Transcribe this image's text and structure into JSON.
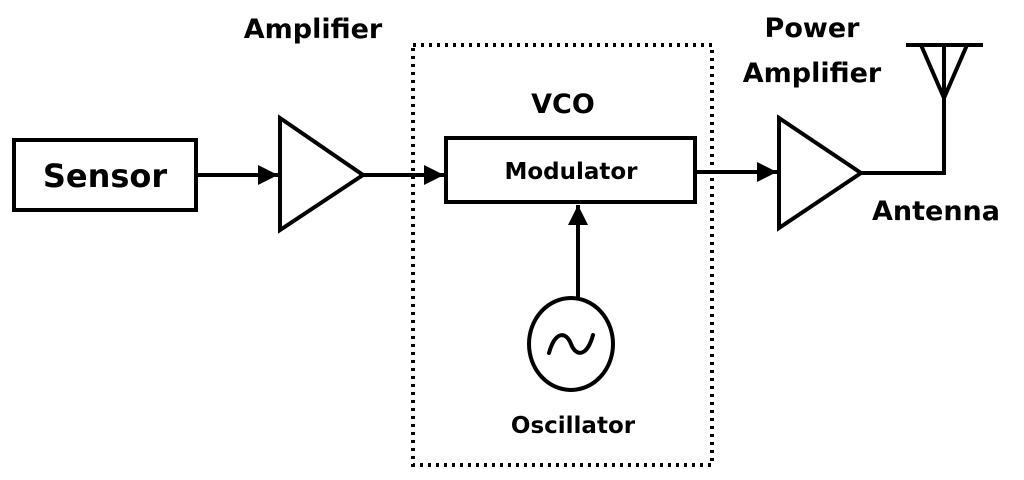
{
  "labels": {
    "sensor": "Sensor",
    "amplifier": "Amplifier",
    "vco": "VCO",
    "modulator": "Modulator",
    "oscillator": "Oscillator",
    "power_amplifier_line1": "Power",
    "power_amplifier_line2": "Amplifier",
    "antenna": "Antenna"
  },
  "colors": {
    "stroke": "#000000",
    "background": "#ffffff"
  }
}
